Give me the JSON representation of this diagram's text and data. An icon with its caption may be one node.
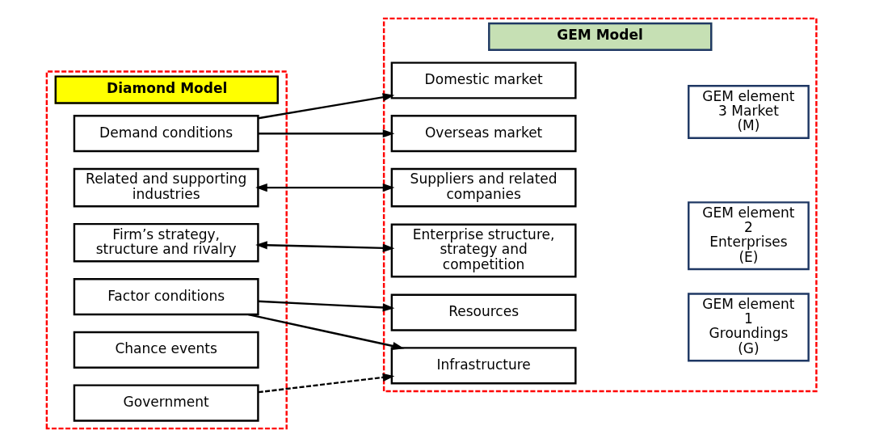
{
  "diagram": {
    "nodes": [
      {
        "text": [
          "Diamond Model"
        ]
      },
      {
        "text": [
          "Factor conditions"
        ],
        "in": 0
      },
      {
        "text": [
          "Demand conditions"
        ],
        "in": 0
      },
      {
        "text": [
          "Related and supporting industries"
        ],
        "in": 0
      },
      {
        "text": [
          "Firm’s strategy, structure and rivalry"
        ],
        "in": 0
      },
      {
        "text": [
          "Chance events"
        ],
        "in": 0
      },
      {
        "text": [
          "Government"
        ],
        "in": 0
      },
      {
        "text": [
          "GEM Model"
        ]
      },
      {
        "text": [
          "Resources"
        ],
        "in": 7
      },
      {
        "text": [
          "Infrastructure"
        ],
        "in": 7
      },
      {
        "text": [
          "Enterprise structure, strategy and competition"
        ],
        "in": 7
      },
      {
        "text": [
          "Suppliers and related companies"
        ],
        "in": 7
      },
      {
        "text": [
          "Domestic market"
        ],
        "in": 7
      },
      {
        "text": [
          "Overseas market"
        ],
        "in": 7
      },
      {
        "text": [
          "GEM element 1 Groundings (G)"
        ],
        "in": 7
      },
      {
        "text": [
          "GEM element 2 Enterprises (E)"
        ],
        "in": 7
      },
      {
        "text": [
          "GEM element 3 Market (M)"
        ],
        "in": 7
      }
    ],
    "edges": [
      {
        "from": 1,
        "to": 8,
        "arrow": "to"
      },
      {
        "from": 1,
        "to": 9,
        "arrow": "to"
      },
      {
        "from": 2,
        "to": 12,
        "arrow": "to"
      },
      {
        "from": 2,
        "to": 13,
        "arrow": "to"
      },
      {
        "from": 3,
        "to": 11,
        "arrow": "both"
      },
      {
        "from": 4,
        "to": 10,
        "arrow": "both"
      },
      {
        "from": 6,
        "to": 9,
        "arrow": "to",
        "style": "dashed"
      }
    ]
  }
}
